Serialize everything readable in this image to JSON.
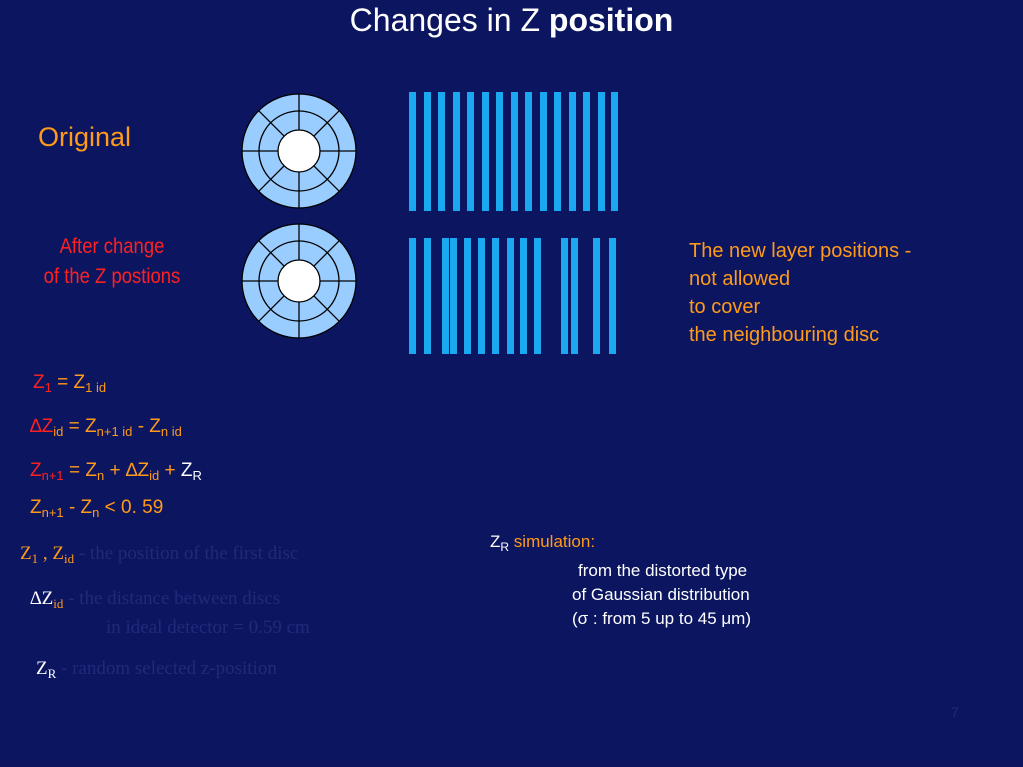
{
  "title": {
    "part1": "Changes in  Z ",
    "part2": "position"
  },
  "labels": {
    "original": "Original",
    "after_line1": "After change",
    "after_line2": "of  the  Z  postions"
  },
  "note": {
    "line1": "The new  layer positions -",
    "line2": "not allowed",
    "line3": "to cover",
    "line4": "the neighbouring disc"
  },
  "equations": {
    "eq1": {
      "z": "Z",
      "s1": "1",
      "mid": " = Z",
      "s2": "1 id"
    },
    "eq2": {
      "delta": "∆Z",
      "s1": "id",
      "mid": "  = Z",
      "s2": "n+1 id",
      "mid2": "  - Z",
      "s3": "n id"
    },
    "eq3": {
      "z": "Z",
      "s1": "n+1",
      "mid": "  = Z",
      "s2": "n",
      "mid2": " + ∆Z",
      "s3": "id",
      "mid3": " + ",
      "zr": "Z",
      "s4": "R"
    },
    "eq4": {
      "z": "Z",
      "s1": "n+1",
      "mid": "  - Z",
      "s2": "n",
      "tail": "  <  0. 59"
    }
  },
  "definitions": {
    "d1_sym": "Z",
    "d1_s1": "1",
    "d1_sep": " , Z",
    "d1_s2": "id",
    "d1_text": "  -  the position of the first disc",
    "d2_sym": "∆Z",
    "d2_s1": "id",
    "d2_text1": "  -   the distance between discs",
    "d2_text2": "in ideal detector  = 0.59 cm",
    "d3_sym": "Z",
    "d3_s1": "R",
    "d3_text": "  -    random selected  z-position"
  },
  "simulation": {
    "zr": "Z",
    "zr_sub": "R",
    "head": "   simulation:",
    "line1": "from the distorted type",
    "line2": "of Gaussian distribution",
    "line3": "(σ :  from 5 up to 45 μm)"
  },
  "page_number": "7",
  "colors": {
    "background": "#0c1660",
    "disc_fill": "#99ccff",
    "layer_bar": "#1aa8f0",
    "orange_text": "#ff9a1a",
    "red_text": "#ff2020"
  }
}
